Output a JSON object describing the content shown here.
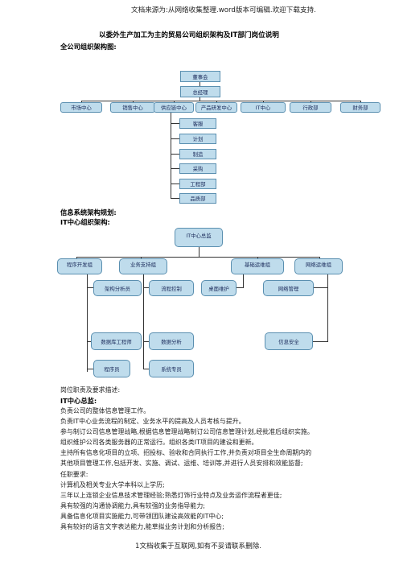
{
  "header_note": "文档来源为:从网络收集整理.word版本可编辑.欢迎下载支持.",
  "doc_title": "以委外生产加工为主的贸易公司组织架构及IT部门岗位说明",
  "company_chart_heading": "全公司组织架构图:",
  "company_chart": {
    "root": "董事会",
    "ceo": "总经理",
    "departments": [
      "市场中心",
      "销售中心",
      "供应链中心",
      "产品研发中心",
      "IT中心",
      "行政部",
      "财务部"
    ],
    "supply_chain_units": [
      "客服",
      "计划",
      "制造",
      "采购",
      "工程部",
      "品质部"
    ]
  },
  "info_planning_heading": "信息系统架构规划:",
  "it_chart_heading": "IT中心组织架构:",
  "it_chart": {
    "root": "IT中心总监",
    "groups": [
      "程序开发组",
      "业务支持组",
      "基础运维组",
      "网络运维组"
    ],
    "dev_roles": [
      "架构分析员",
      "数据库工程师",
      "程序员"
    ],
    "support_roles": [
      "流程控制",
      "数据分析",
      "系统专员"
    ],
    "infra_roles": [
      "桌面维护"
    ],
    "network_roles": [
      "网络管理",
      "信息安全"
    ]
  },
  "duty_intro": "岗位职责及要求描述:",
  "director_heading": "IT中心总监:",
  "director_lines": [
    "负责公司的整体信息管理工作。",
    "负责IT中心业务流程的制定、业务水平的提高及人员考核与提升。",
    "参与制订公司信息管理战略,根据信息管理战略制订公司信息管理计划,经批准后组织实施。",
    "组织维护公司各类服务器的正常运行。组织各类IT项目的建设和更新。",
    "主持所有信息化项目的立项、招投标、验收和合同执行工作,并负责对项目全生命周期内的",
    "其他项目管理工作,包括开发、实施、调试、运维、培训等,并进行人员安排和效能监督;",
    "任职要求:",
    "计算机及相关专业大学本科以上学历;",
    "三年以上连锁企业信息技术管理经验;熟悉灯饰行业特点及业务运作流程者更佳;",
    "具有较强的沟通协调能力,具有较强的业务指导能力;",
    "具备信息化项目实施能力,可带领团队建设高效能的IT中心;",
    "具有较好的语言文字表达能力,能草拟业务计划和分析报告;"
  ],
  "footer_note": "1文档收集于互联网,如有不妥请联系删除."
}
